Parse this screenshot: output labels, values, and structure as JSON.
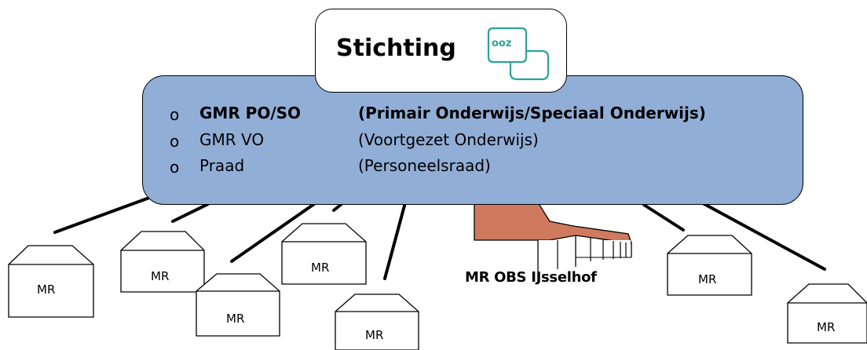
{
  "title": "Stichting",
  "logo_text": "ooz",
  "list": [
    {
      "bullet": "o",
      "name": "GMR PO/SO",
      "desc": "(Primair Onderwijs/Speciaal Onderwijs)",
      "bold": true
    },
    {
      "bullet": "o",
      "name": "GMR VO",
      "desc": "(Voortgezet Onderwijs)",
      "bold": false
    },
    {
      "bullet": "o",
      "name": "Praad",
      "desc": "(Personeelsraad)",
      "bold": false
    }
  ],
  "houses": [
    {
      "label": "MR"
    },
    {
      "label": "MR"
    },
    {
      "label": "MR"
    },
    {
      "label": "MR"
    },
    {
      "label": "MR"
    },
    {
      "label": "MR"
    },
    {
      "label": "MR"
    }
  ],
  "school_label": "MR OBS IJsselhof",
  "colors": {
    "box_fill": "#91aed6",
    "logo": "#2aa39a",
    "building": "#cf7a5e"
  }
}
